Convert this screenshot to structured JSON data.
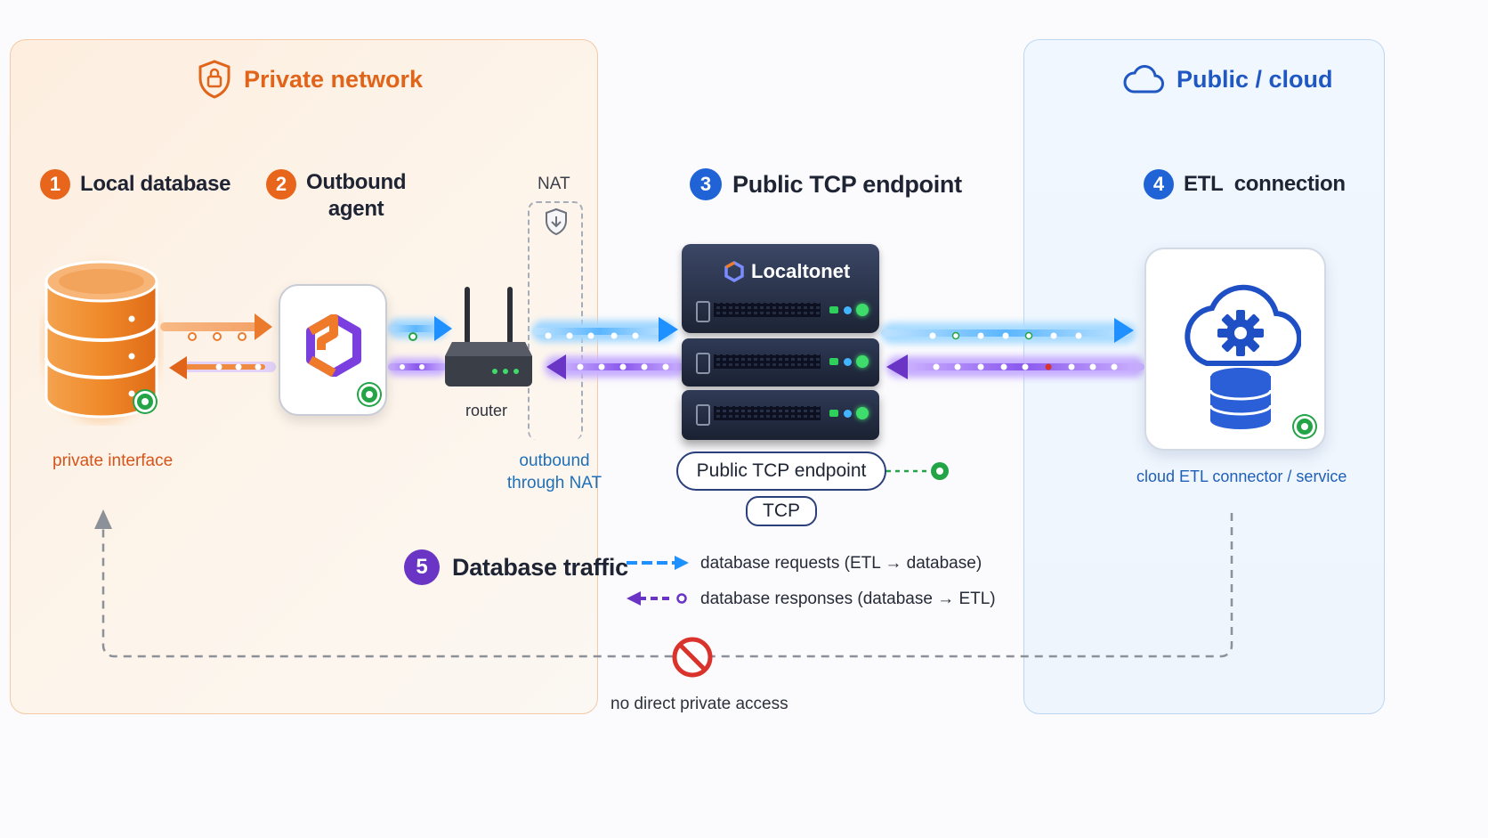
{
  "zones": {
    "private": {
      "title": "Private network",
      "icon": "shield-lock-icon",
      "color": "#e0641a"
    },
    "public": {
      "title": "Public / cloud",
      "icon": "cloud-icon",
      "color": "#1f57c3"
    }
  },
  "steps": [
    {
      "number": "1",
      "title": "Local database",
      "color": "#e8651c"
    },
    {
      "number": "2",
      "title_line1": "Outbound",
      "title_line2": "agent",
      "color": "#e8651c"
    },
    {
      "number": "3",
      "title": "Public TCP endpoint",
      "color": "#1f63d6"
    },
    {
      "number": "4",
      "title": "ETL  connection",
      "color": "#1f63d6"
    },
    {
      "number": "5",
      "title": "Database traffic",
      "color": "#6a35c4"
    }
  ],
  "labels": {
    "nat": "NAT",
    "router": "router",
    "private_interface": "private interface",
    "outbound_nat_line1": "outbound",
    "outbound_nat_line2": "through NAT",
    "server_brand": "Localtonet",
    "endpoint_pill": "Public TCP endpoint",
    "tcp_pill": "TCP",
    "cloud_service": "cloud ETL connector / service",
    "no_direct": "no direct private access"
  },
  "legend": {
    "requests": "database requests (ETL → database)",
    "responses": "database responses (database → ETL)"
  },
  "colors": {
    "request_blue": "#1e90ff",
    "response_purple": "#7b3fe0",
    "status_green": "#22a447",
    "block_red": "#d9332b"
  }
}
